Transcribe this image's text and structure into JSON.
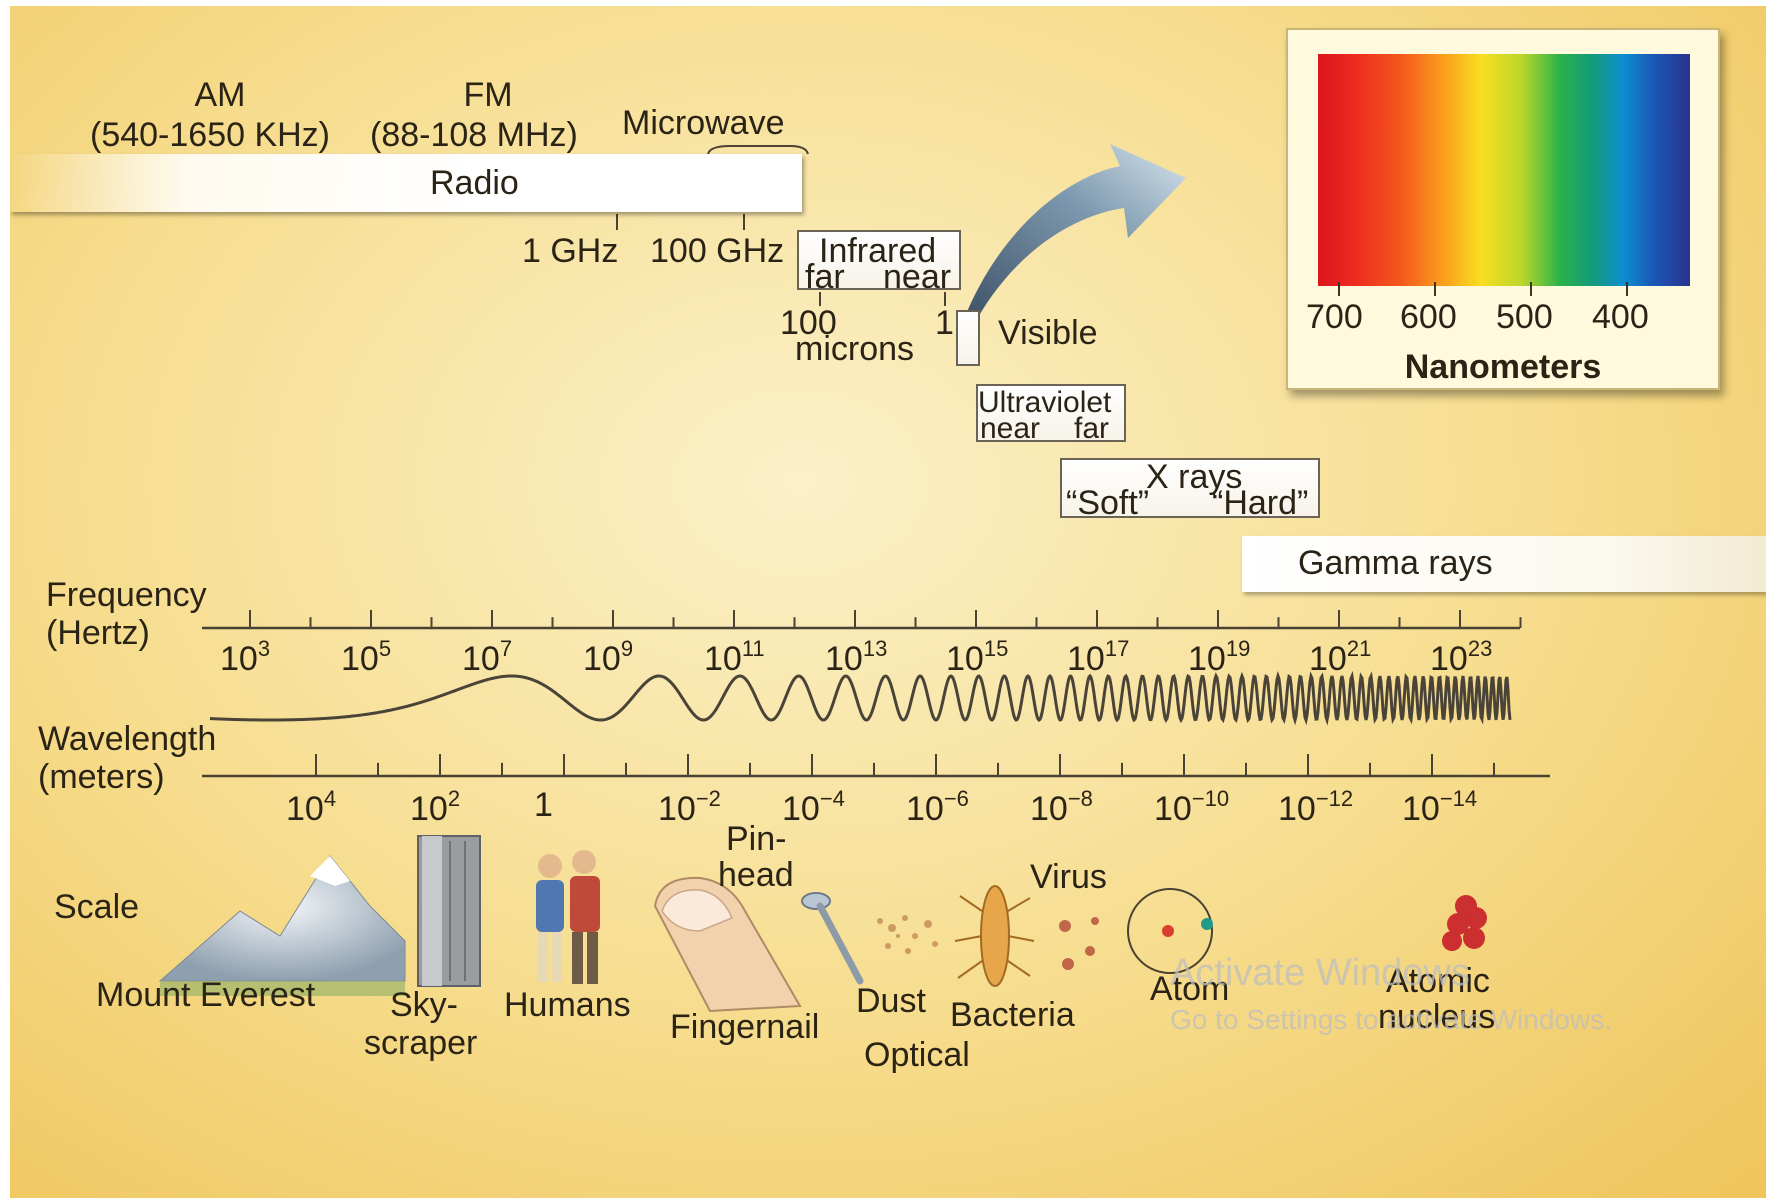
{
  "bands": {
    "am": {
      "title": "AM",
      "range": "(540-1650 KHz)"
    },
    "fm": {
      "title": "FM",
      "range": "(88-108 MHz)"
    },
    "microwave": "Microwave",
    "radio": "Radio",
    "radio_ticks": [
      "1 GHz",
      "100 GHz"
    ],
    "infrared": {
      "title": "Infrared",
      "far": "far",
      "near": "near",
      "tick_left": "100",
      "tick_right": "1",
      "unit": "microns"
    },
    "visible": "Visible",
    "ultraviolet": {
      "title": "Ultraviolet",
      "near": "near",
      "far": "far"
    },
    "xrays": {
      "title": "X rays",
      "soft": "“Soft”",
      "hard": "“Hard”"
    },
    "gamma": "Gamma rays"
  },
  "spectrum": {
    "labels": [
      "700",
      "600",
      "500",
      "400"
    ],
    "unit": "Nanometers"
  },
  "frequency_axis": {
    "label_line1": "Frequency",
    "label_line2": "(Hertz)",
    "ticks": [
      {
        "base": "10",
        "exp": "3"
      },
      {
        "base": "10",
        "exp": "5"
      },
      {
        "base": "10",
        "exp": "7"
      },
      {
        "base": "10",
        "exp": "9"
      },
      {
        "base": "10",
        "exp": "11"
      },
      {
        "base": "10",
        "exp": "13"
      },
      {
        "base": "10",
        "exp": "15"
      },
      {
        "base": "10",
        "exp": "17"
      },
      {
        "base": "10",
        "exp": "19"
      },
      {
        "base": "10",
        "exp": "21"
      },
      {
        "base": "10",
        "exp": "23"
      }
    ]
  },
  "wavelength_axis": {
    "label_line1": "Wavelength",
    "label_line2": "(meters)",
    "ticks": [
      {
        "base": "10",
        "exp": "4"
      },
      {
        "base": "10",
        "exp": "2"
      },
      {
        "base": "1",
        "exp": ""
      },
      {
        "base": "10",
        "exp": "−2"
      },
      {
        "base": "10",
        "exp": "−4"
      },
      {
        "base": "10",
        "exp": "−6"
      },
      {
        "base": "10",
        "exp": "−8"
      },
      {
        "base": "10",
        "exp": "−10"
      },
      {
        "base": "10",
        "exp": "−12"
      },
      {
        "base": "10",
        "exp": "−14"
      }
    ]
  },
  "scale": {
    "title": "Scale",
    "items": {
      "mount_everest": "Mount Everest",
      "skyscraper_1": "Sky-",
      "skyscraper_2": "scraper",
      "humans": "Humans",
      "fingernail": "Fingernail",
      "pinhead_1": "Pin-",
      "pinhead_2": "head",
      "dust": "Dust",
      "optical": "Optical",
      "bacteria": "Bacteria",
      "virus": "Virus",
      "atom": "Atom",
      "nucleus_1": "Atomic",
      "nucleus_2": "nucleus"
    }
  },
  "watermark": {
    "line1": "Activate Windows",
    "line2": "Go to Settings to activate Windows."
  },
  "colors": {
    "background": "#f6dc8c",
    "text": "#2b2416",
    "arrow": "#5f7f98"
  }
}
